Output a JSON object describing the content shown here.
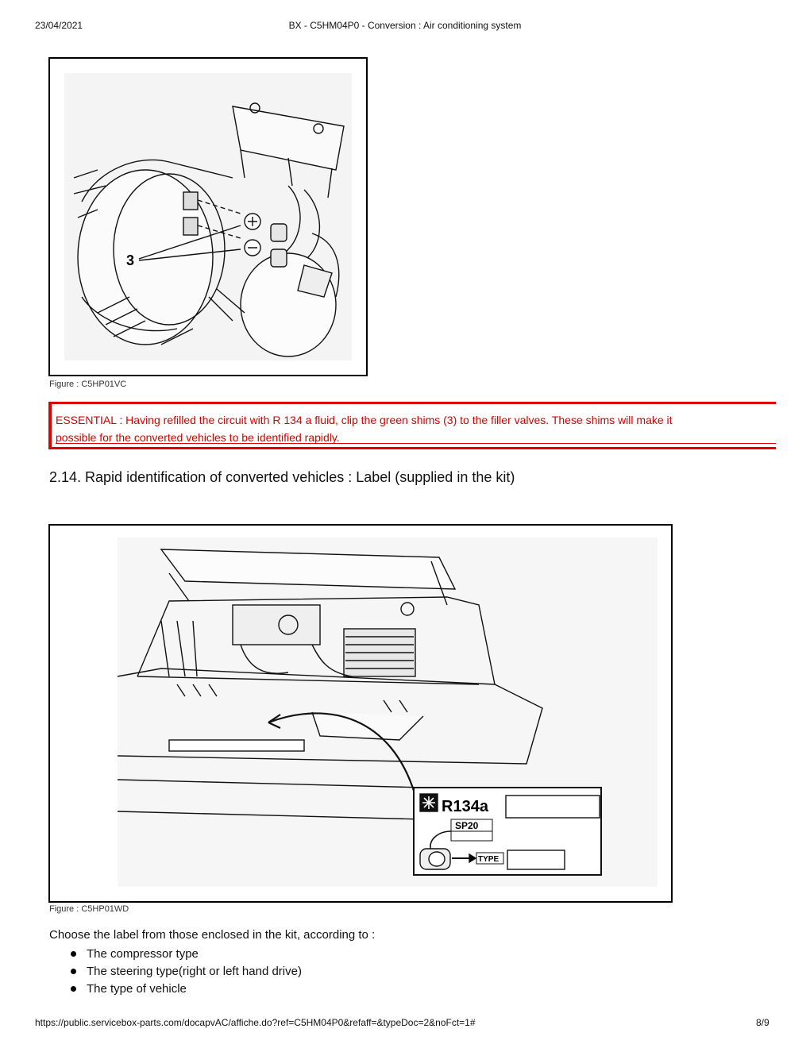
{
  "header": {
    "date": "23/04/2021",
    "title": "BX - C5HM04P0 - Conversion : Air conditioning system"
  },
  "figure1": {
    "caption": "Figure : C5HP01VC",
    "callout": "3"
  },
  "essential_note": {
    "line1": "ESSENTIAL : Having refilled the circuit with R 134 a fluid, clip the green shims (3) to the filler valves. These shims will make it",
    "line2": "possible for the converted vehicles to be identified rapidly."
  },
  "section": {
    "title": "2.14. Rapid identification of converted vehicles : Label (supplied in the kit)"
  },
  "figure2": {
    "caption": "Figure : C5HP01WD",
    "label_refrigerant": "R134a",
    "label_oil": "SP20",
    "label_type": "TYPE"
  },
  "body": {
    "intro": "Choose the label from those enclosed in the kit, according to :",
    "criteria": [
      "The compressor type",
      "The steering type(right or left hand drive)",
      "The type of vehicle"
    ]
  },
  "footer": {
    "url": "https://public.servicebox-parts.com/docapvAC/affiche.do?ref=C5HM04P0&refaff=&typeDoc=2&noFct=1#",
    "page": "8/9"
  }
}
